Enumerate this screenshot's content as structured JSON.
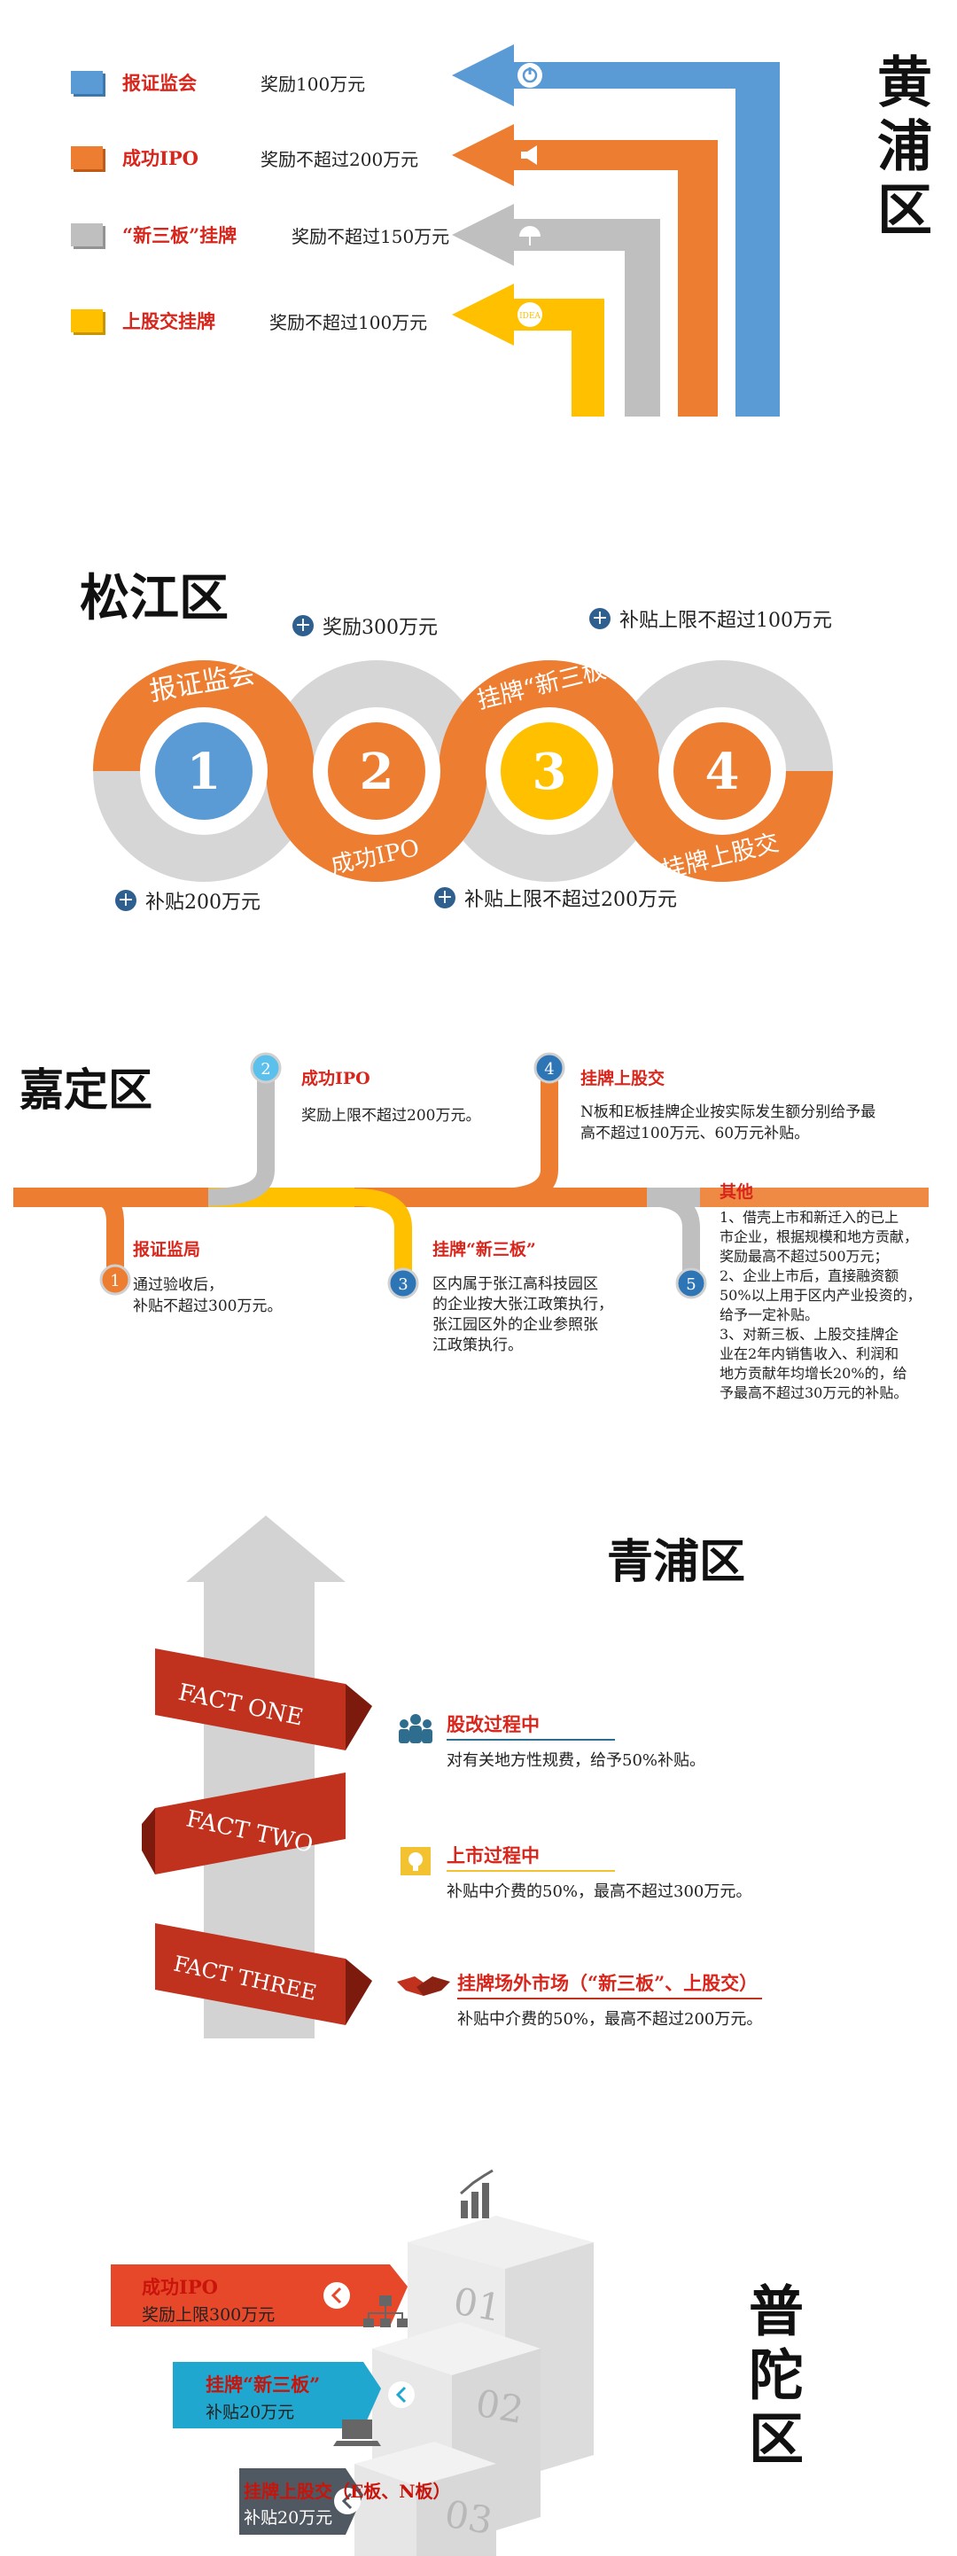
{
  "huangpu": {
    "title": "黄浦区",
    "colors": {
      "blue": "#5b9bd5",
      "orange": "#ed7d31",
      "gray": "#bfbfbf",
      "yellow": "#ffc000"
    },
    "items": [
      {
        "label": "报证监会",
        "reward": "奖励100万元",
        "icon": "power-icon"
      },
      {
        "label": "成功IPO",
        "reward": "奖励不超过200万元",
        "icon": "megaphone-icon"
      },
      {
        "label": "“新三板”挂牌",
        "reward": "奖励不超过150万元",
        "icon": "umbrella-icon"
      },
      {
        "label": "上股交挂牌",
        "reward": "奖励不超过100万元",
        "icon": "ideas-icon"
      }
    ]
  },
  "songjiang": {
    "title": "松江区",
    "circles": [
      {
        "num": "1",
        "arc_label": "报证监会",
        "note": "补贴200万元"
      },
      {
        "num": "2",
        "arc_label": "成功IPO",
        "note": "奖励300万元"
      },
      {
        "num": "3",
        "arc_label": "挂牌“新三板”",
        "note": "补贴上限不超过200万元"
      },
      {
        "num": "4",
        "arc_label": "挂牌上股交",
        "note": "补贴上限不超过100万元"
      }
    ]
  },
  "jiading": {
    "title": "嘉定区",
    "items": [
      {
        "num": "1",
        "title": "报证监局",
        "desc": [
          "通过验收后，",
          "补贴不超过300万元。"
        ]
      },
      {
        "num": "2",
        "title": "成功IPO",
        "desc": [
          "奖励上限不超过200万元。"
        ]
      },
      {
        "num": "3",
        "title": "挂牌“新三板”",
        "desc": [
          "区内属于张江高科技园区",
          "的企业按大张江政策执行，",
          "张江园区外的企业参照张",
          "江政策执行。"
        ]
      },
      {
        "num": "4",
        "title": "挂牌上股交",
        "desc": [
          "N板和E板挂牌企业按实际发生额分别给予最",
          "高不超过100万元、60万元补贴。"
        ]
      },
      {
        "num": "5",
        "title": "其他",
        "desc": [
          "1、借壳上市和新迁入的已上",
          "市企业，根据规模和地方贡献，",
          "奖励最高不超过500万元；",
          "2、企业上市后，直接融资额",
          "50%以上用于区内产业投资的，",
          "给予一定补贴。",
          "3、对新三板、上股交挂牌企",
          "业在2年内销售收入、利润和",
          "地方贡献年均增长20%的，给",
          "予最高不超过30万元的补贴。"
        ]
      }
    ]
  },
  "qingpu": {
    "title": "青浦区",
    "ribbons": [
      "FACT ONE",
      "FACT TWO",
      "FACT THREE"
    ],
    "items": [
      {
        "title": "股改过程中",
        "desc": "对有关地方性规费，给予50%补贴。",
        "icon": "people-icon"
      },
      {
        "title": "上市过程中",
        "desc": "补贴中介费的50%，最高不超过300万元。",
        "icon": "ideas-icon"
      },
      {
        "title": "挂牌场外市场（“新三板”、上股交）",
        "desc": "补贴中介费的50%，最高不超过200万元。",
        "icon": "handshake-icon"
      }
    ]
  },
  "putuo": {
    "title": "普陀区",
    "items": [
      {
        "title": "成功IPO",
        "desc": "奖励上限300万元",
        "num": "01",
        "icon": "chart-icon"
      },
      {
        "title": "挂牌“新三板”",
        "desc": "补贴20万元",
        "num": "02",
        "icon": "network-icon"
      },
      {
        "title": "挂牌上股交（E板、N板）",
        "desc": "补贴20万元",
        "num": "03",
        "icon": "laptop-icon"
      }
    ]
  }
}
